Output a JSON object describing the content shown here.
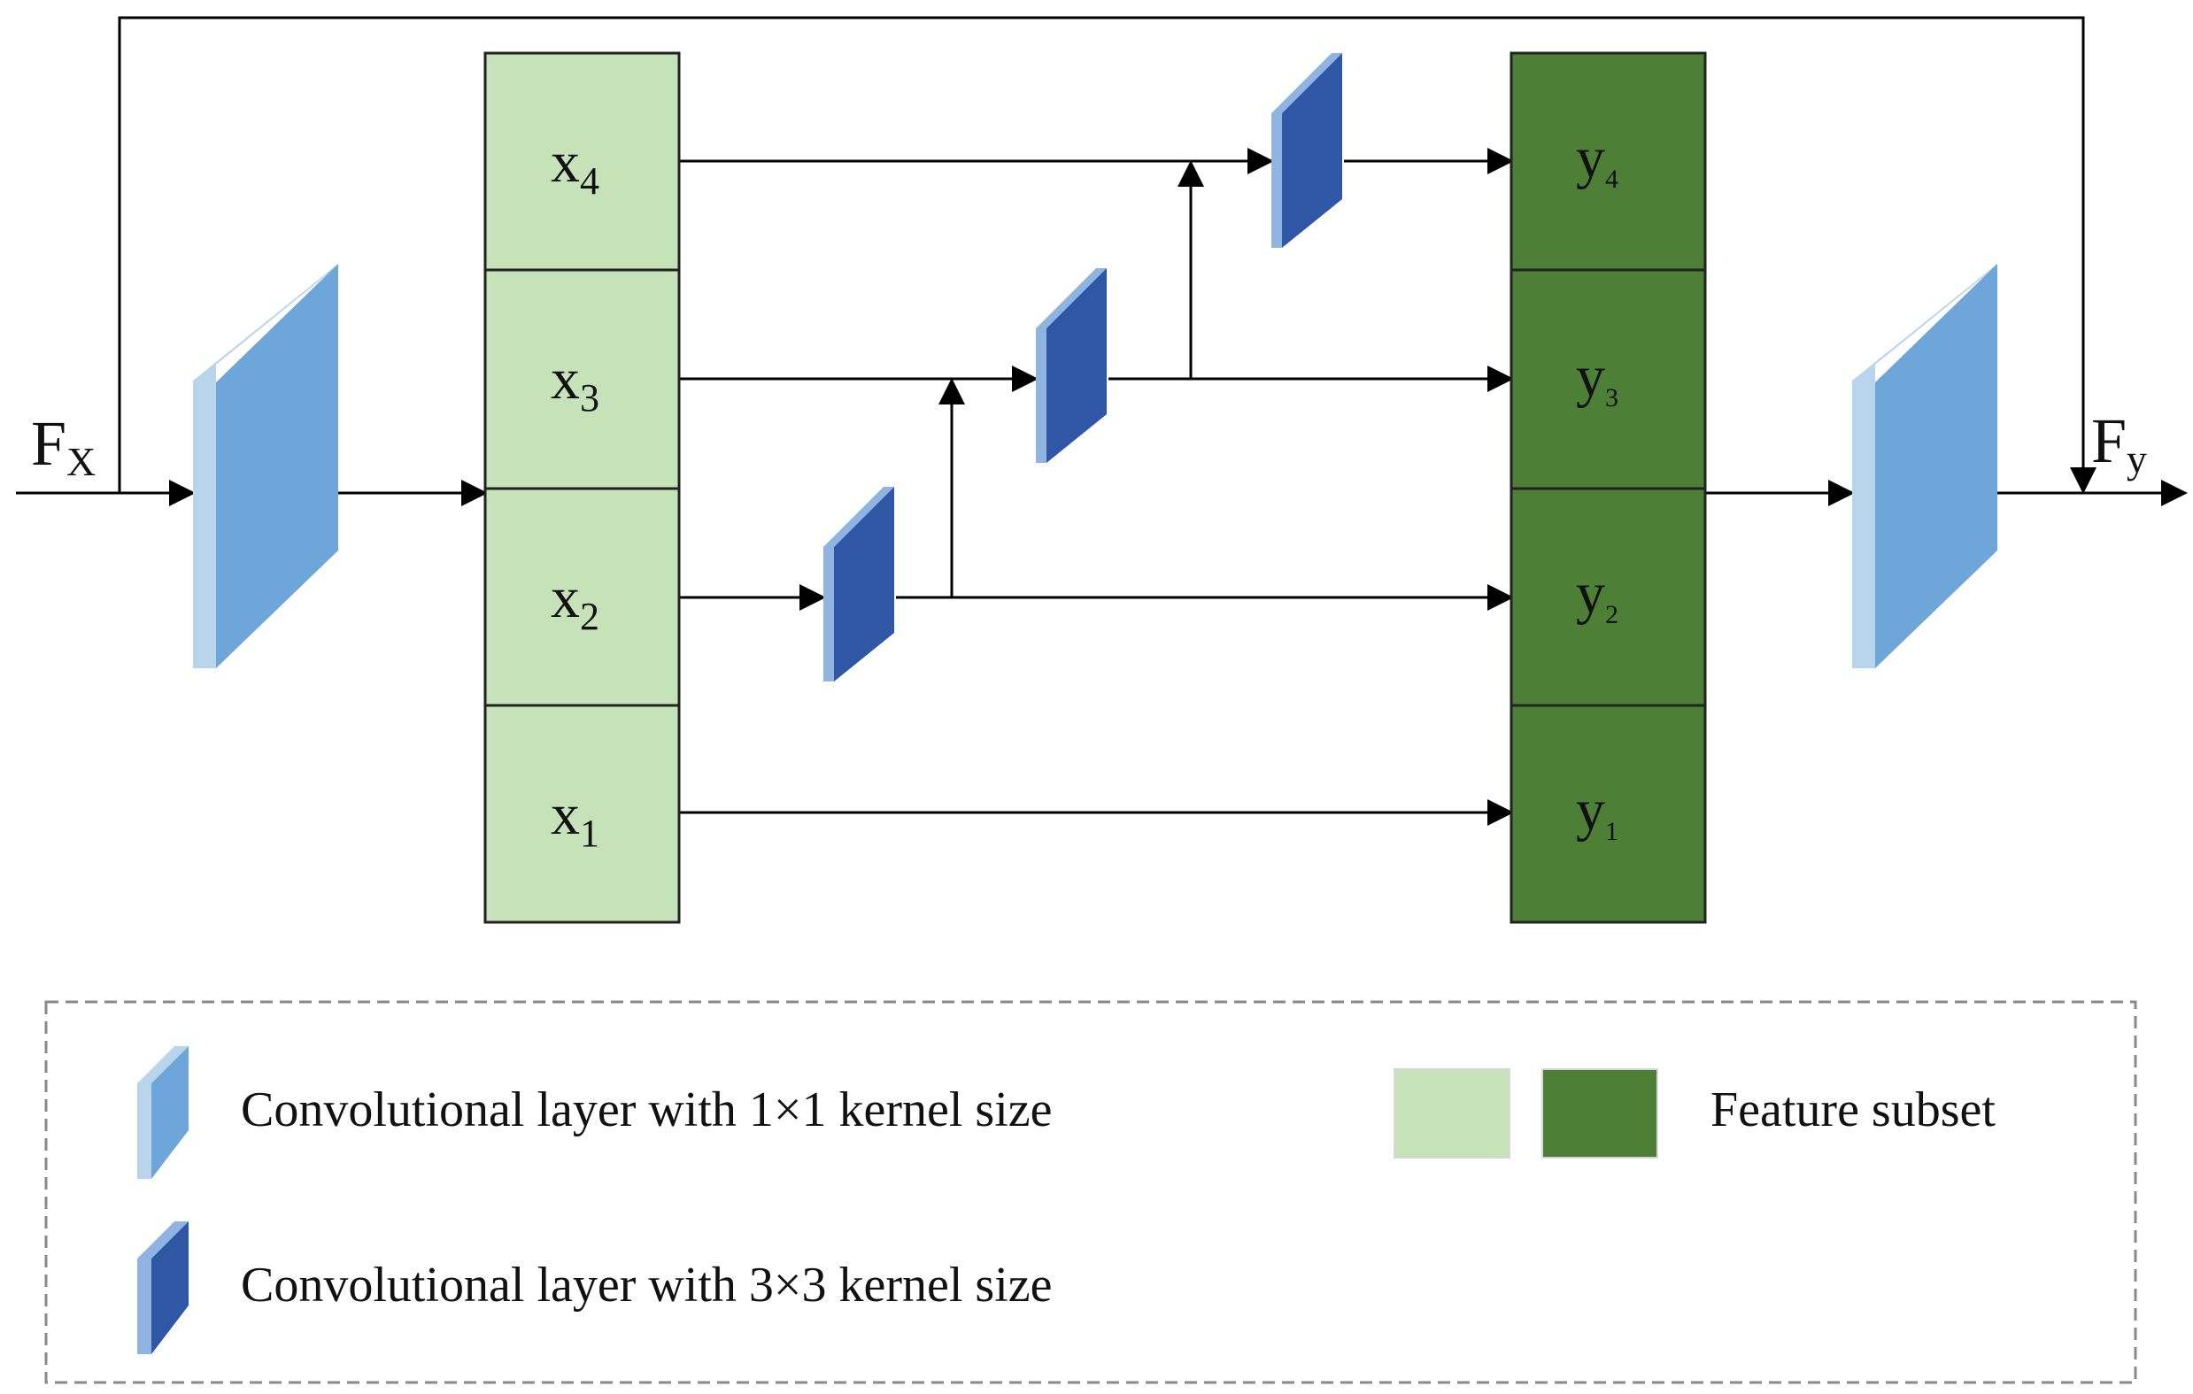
{
  "input_label": {
    "main": "F",
    "sub": "X"
  },
  "output_label": {
    "main": "F",
    "sub": "y"
  },
  "input_subsets": [
    {
      "main": "x",
      "sub": "4"
    },
    {
      "main": "x",
      "sub": "3"
    },
    {
      "main": "x",
      "sub": "2"
    },
    {
      "main": "x",
      "sub": "1"
    }
  ],
  "output_subsets": [
    {
      "main": "y",
      "sub": "4"
    },
    {
      "main": "y",
      "sub": "3"
    },
    {
      "main": "y",
      "sub": "2"
    },
    {
      "main": "y",
      "sub": "1"
    }
  ],
  "legend": {
    "conv1x1": "Convolutional layer with 1×1 kernel size",
    "conv3x3": "Convolutional layer with 3×3 kernel size",
    "feature_subset": "Feature subset"
  },
  "colors": {
    "light_green": "#c5e2b8",
    "dark_green": "#4e7f37",
    "conv1x1_front": "#6fa6d9",
    "conv1x1_edge": "#b9d5ee",
    "conv3x3_front": "#2f57a6",
    "conv3x3_edge": "#8fb4e2"
  }
}
